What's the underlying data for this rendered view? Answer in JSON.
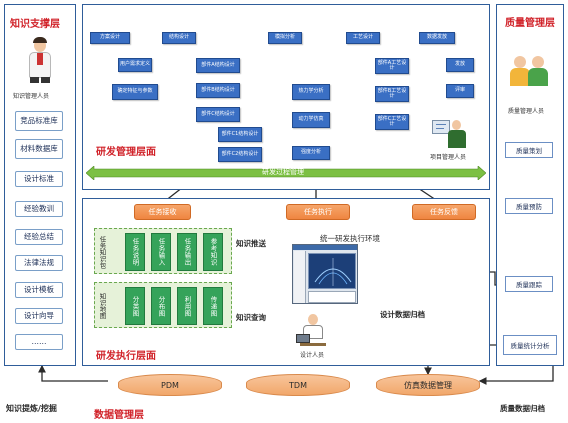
{
  "knowledge_layer": {
    "title": "知识支撑层",
    "person_label": "知识管理人员",
    "items": [
      "竞品标准库",
      "材料数据库",
      "设计标准",
      "经验教训",
      "经验总结",
      "法律法规",
      "设计模板",
      "设计向导",
      "……"
    ]
  },
  "rd_management": {
    "title": "研发管理层面",
    "top_boxes": [
      "方案设计",
      "结构设计",
      "模拟分析",
      "工艺设计",
      "数据发放"
    ],
    "boxes": {
      "user_need": "用户需求定义",
      "spec": "确定特征与参数",
      "partA": "部件A结构设计",
      "partB": "部件B结构设计",
      "partC": "部件C结构设计",
      "partC1": "部件C1结构设计",
      "partC2": "部件C2结构设计",
      "thermal": "热力学分析",
      "dynamics": "动力学仿真",
      "strength": "强度分析",
      "procA": "部件A工艺设计",
      "procB": "部件B工艺设计",
      "procC": "部件C工艺设计",
      "release": "发放",
      "review": "评审"
    },
    "pm_label": "项目管理人员",
    "process_bar": "研发过程管理"
  },
  "rd_execution": {
    "title": "研发执行层面",
    "orange": [
      "任务接收",
      "任务执行",
      "任务反馈"
    ],
    "unified_env": "统一研发执行环境",
    "knowledge_pack_label": "任务知识包",
    "knowledge_pack_items": [
      "任务说明",
      "任务输入",
      "任务输出",
      "参考知识"
    ],
    "knowledge_map_label": "知识地图",
    "knowledge_map_items": [
      "分类图",
      "分布图",
      "利用图",
      "传递图"
    ],
    "push_label": "知识推送",
    "query_label": "知识查询",
    "designer_label": "设计人员",
    "archive_label": "设计数据归档"
  },
  "quality_layer": {
    "title": "质量管理层",
    "person_label": "质量管理人员",
    "items": [
      "质量策划",
      "质量预防",
      "质量跟踪",
      "质量统计分析"
    ]
  },
  "data_layer": {
    "title": "数据管理层",
    "stores": [
      "PDM",
      "TDM",
      "仿真数据管理"
    ],
    "left_label": "知识提炼/挖掘",
    "right_label": "质量数据归档"
  },
  "colors": {
    "frame": "#2f5d9a",
    "accent_red": "#d1232a",
    "box_blue": "#3a6fc4",
    "green": "#35a35a",
    "orange": "#ef8540"
  }
}
